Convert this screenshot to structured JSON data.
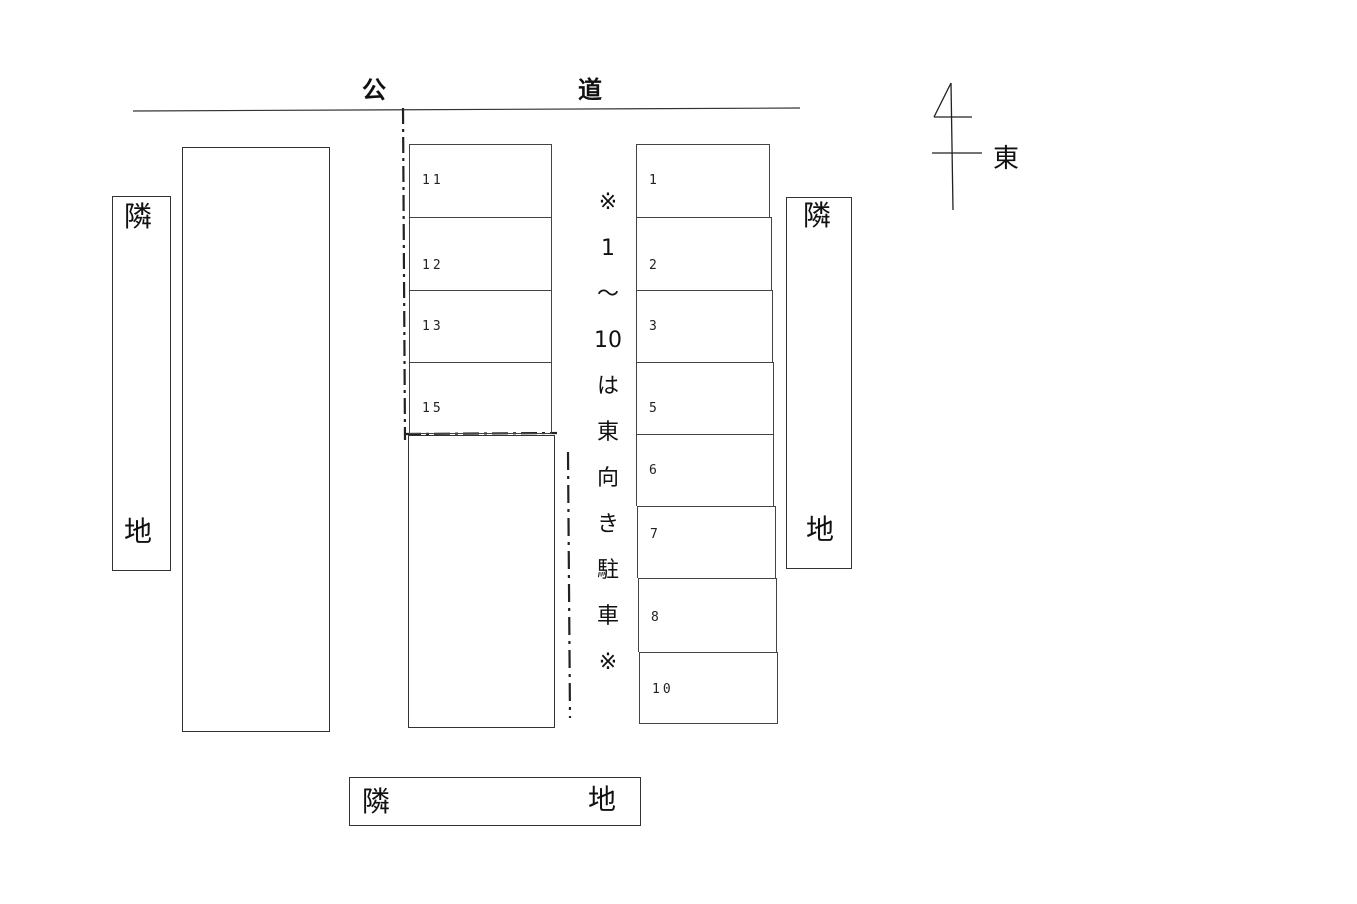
{
  "road": {
    "left_char": "公",
    "right_char": "道"
  },
  "neighbor_left": {
    "top_char": "隣",
    "bottom_char": "地"
  },
  "neighbor_right": {
    "top_char": "隣",
    "bottom_char": "地"
  },
  "neighbor_bottom": {
    "left_char": "隣",
    "right_char": "地"
  },
  "compass": {
    "label": "東"
  },
  "left_column_slots": [
    "11",
    "12",
    "13",
    "15"
  ],
  "right_column_slots": [
    "1",
    "2",
    "3",
    "5",
    "6",
    "7",
    "8",
    "10"
  ],
  "note_vertical": [
    "※",
    "1",
    "～",
    "10",
    "は",
    "東",
    "向",
    "き",
    "駐",
    "車",
    "※"
  ]
}
